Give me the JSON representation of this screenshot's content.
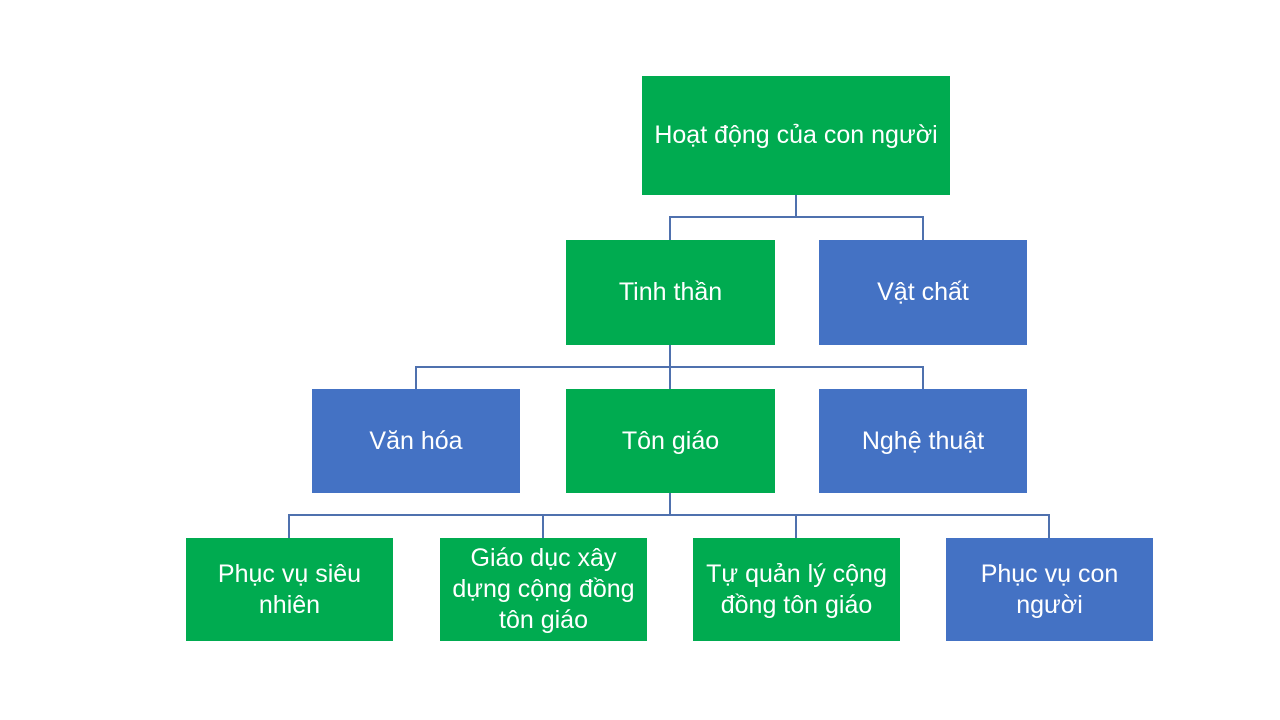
{
  "diagram": {
    "type": "hierarchy-org-chart",
    "background": "#ffffff",
    "connector_color": "#4f71ae",
    "palette": {
      "green": "#00ab50",
      "blue": "#4472c4",
      "text": "#ffffff"
    },
    "nodes": [
      {
        "id": "hoat-dong-cua-con-nguoi",
        "label": "Hoạt động của con người",
        "fill": "#00ab50",
        "level": 1,
        "parent": null
      },
      {
        "id": "tinh-than",
        "label": "Tinh thần",
        "fill": "#00ab50",
        "level": 2,
        "parent": "hoat-dong-cua-con-nguoi"
      },
      {
        "id": "vat-chat",
        "label": "Vật chất",
        "fill": "#4472c4",
        "level": 2,
        "parent": "hoat-dong-cua-con-nguoi"
      },
      {
        "id": "van-hoa",
        "label": "Văn hóa",
        "fill": "#4472c4",
        "level": 3,
        "parent": "tinh-than"
      },
      {
        "id": "ton-giao",
        "label": "Tôn giáo",
        "fill": "#00ab50",
        "level": 3,
        "parent": "tinh-than"
      },
      {
        "id": "nghe-thuat",
        "label": "Nghệ thuật",
        "fill": "#4472c4",
        "level": 3,
        "parent": "tinh-than"
      },
      {
        "id": "phuc-vu-sieu-nhien",
        "label": "Phục vụ siêu nhiên",
        "fill": "#00ab50",
        "level": 4,
        "parent": "ton-giao"
      },
      {
        "id": "giao-duc-xay-dung-cong-dong-ton-giao",
        "label": "Giáo dục xây dựng cộng đồng tôn giáo",
        "fill": "#00ab50",
        "level": 4,
        "parent": "ton-giao"
      },
      {
        "id": "tu-quan-ly-cong-dong-ton-giao",
        "label": "Tự quản lý cộng đồng tôn giáo",
        "fill": "#00ab50",
        "level": 4,
        "parent": "ton-giao"
      },
      {
        "id": "phuc-vu-con-nguoi",
        "label": "Phục vụ con người",
        "fill": "#4472c4",
        "level": 4,
        "parent": "ton-giao"
      }
    ],
    "edges": [
      {
        "from": "hoat-dong-cua-con-nguoi",
        "to": "tinh-than"
      },
      {
        "from": "hoat-dong-cua-con-nguoi",
        "to": "vat-chat"
      },
      {
        "from": "tinh-than",
        "to": "van-hoa"
      },
      {
        "from": "tinh-than",
        "to": "ton-giao"
      },
      {
        "from": "tinh-than",
        "to": "nghe-thuat"
      },
      {
        "from": "ton-giao",
        "to": "phuc-vu-sieu-nhien"
      },
      {
        "from": "ton-giao",
        "to": "giao-duc-xay-dung-cong-dong-ton-giao"
      },
      {
        "from": "ton-giao",
        "to": "tu-quan-ly-cong-dong-ton-giao"
      },
      {
        "from": "ton-giao",
        "to": "phuc-vu-con-nguoi"
      }
    ]
  }
}
